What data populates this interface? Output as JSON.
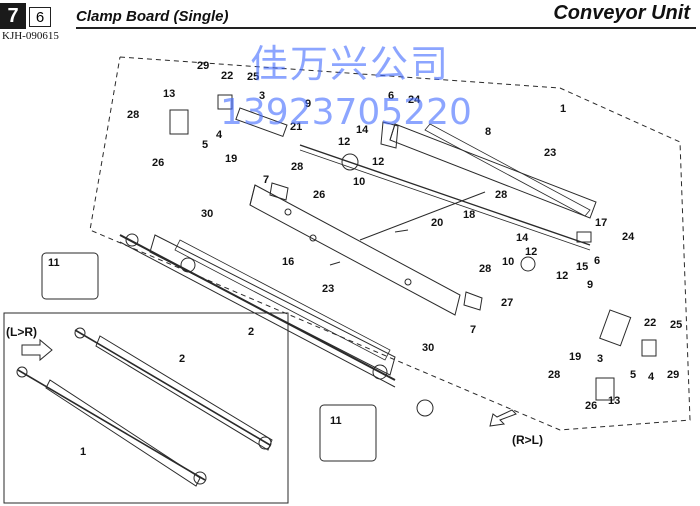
{
  "header": {
    "section": "7",
    "subsection": "6",
    "code": "KJH-090615",
    "title": "Clamp Board (Single)",
    "unit": "Conveyor Unit"
  },
  "watermark": {
    "name": "佳万兴公司",
    "phone": "13923705220"
  },
  "directions": {
    "left_to_right": "(L>R)",
    "right_to_left": "(R>L)"
  },
  "callouts": [
    "29",
    "22",
    "25",
    "3",
    "9",
    "24",
    "13",
    "28",
    "4",
    "5",
    "26",
    "19",
    "21",
    "6",
    "12",
    "14",
    "8",
    "1",
    "7",
    "28",
    "26",
    "10",
    "12",
    "23",
    "30",
    "16",
    "20",
    "18",
    "28",
    "17",
    "24",
    "14",
    "12",
    "15",
    "6",
    "10",
    "12",
    "28",
    "27",
    "11",
    "23",
    "2",
    "9",
    "7",
    "30",
    "22",
    "25",
    "19",
    "3",
    "28",
    "5",
    "4",
    "29",
    "26",
    "13",
    "2",
    "1",
    "11"
  ],
  "colors": {
    "line": "#2a2a2a",
    "watermark": "#4a6cff"
  }
}
